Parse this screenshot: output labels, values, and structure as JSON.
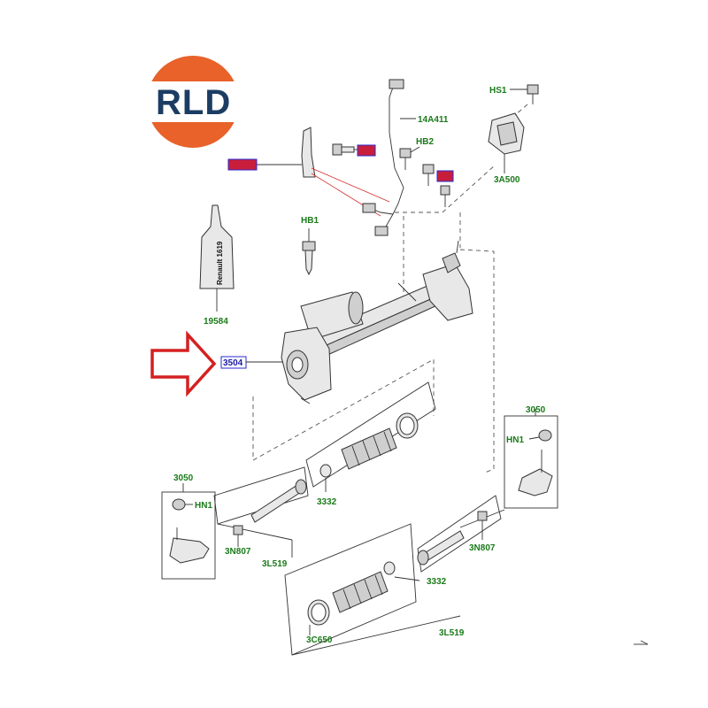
{
  "logo": {
    "text": "RLD"
  },
  "tube_text": "Renault 1619",
  "arrow_color": "#d42020",
  "colors": {
    "label_green": "#1a7a1a",
    "highlight_red": "#c81e3c",
    "highlight_blue_border": "#2a2ad0",
    "logo_navy": "#1c3d63",
    "logo_orange": "#e8622a"
  },
  "labels": {
    "hs1": "HS1",
    "l14a411": "14A411",
    "hb2": "HB2",
    "l3a500": "3A500",
    "hb1": "HB1",
    "l19584": "19584",
    "l3504": "3504",
    "l3050_right": "3050",
    "hn1_right": "HN1",
    "l3050_left": "3050",
    "hn1_left": "HN1",
    "l3332_upper": "3332",
    "l3n807_left": "3N807",
    "l3l519_left": "3L519",
    "l3n807_right": "3N807",
    "l3332_lower": "3332",
    "l3c650": "3C650",
    "l3l519_right": "3L519"
  }
}
